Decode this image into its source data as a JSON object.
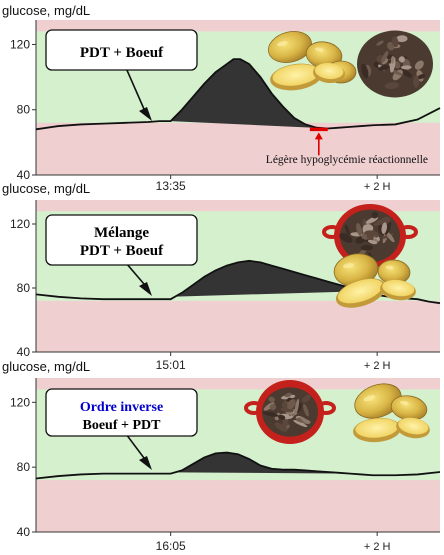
{
  "colors": {
    "normal_band": "#d4f0cd",
    "out_band": "#efcfcf",
    "auc_fill": "#343434",
    "curve": "#111111",
    "hypo_marker": "#e00000",
    "highlight_text": "#0000cc"
  },
  "icons": [
    "potatoes-image",
    "beef-image",
    "beef-in-red-pan-image"
  ],
  "chart_data": [
    {
      "type": "area",
      "ylabel": "glucose, mg/dL",
      "ylim": [
        40,
        135
      ],
      "yticks": [
        40,
        80,
        120
      ],
      "normal_band": [
        72,
        128
      ],
      "xlim": [
        0,
        180
      ],
      "xticks": [
        {
          "x": 60,
          "label": "13:35"
        },
        {
          "x": 152,
          "label": "+ 2 H"
        }
      ],
      "callout": [
        "PDT + Boeuf"
      ],
      "series": [
        {
          "values": [
            [
              0,
              68
            ],
            [
              10,
              70
            ],
            [
              20,
              71
            ],
            [
              30,
              71.5
            ],
            [
              40,
              72
            ],
            [
              50,
              72.5
            ],
            [
              55,
              73
            ],
            [
              60,
              73
            ],
            [
              65,
              80
            ],
            [
              70,
              88
            ],
            [
              75,
              96
            ],
            [
              80,
              103
            ],
            [
              85,
              108
            ],
            [
              88,
              111
            ],
            [
              91,
              111
            ],
            [
              95,
              108
            ],
            [
              100,
              100
            ],
            [
              105,
              90
            ],
            [
              110,
              82
            ],
            [
              115,
              75
            ],
            [
              120,
              71
            ],
            [
              125,
              69
            ],
            [
              130,
              68.5
            ],
            [
              135,
              69
            ],
            [
              140,
              69.5
            ],
            [
              145,
              70
            ],
            [
              150,
              70.5
            ],
            [
              160,
              71
            ],
            [
              170,
              74
            ],
            [
              180,
              81
            ]
          ]
        }
      ],
      "auc": [
        60,
        128
      ],
      "hypo": {
        "range": [
          122,
          130
        ],
        "value": 68,
        "label": "Légère hypoglycémie réactionnelle"
      }
    },
    {
      "type": "area",
      "ylabel": "glucose, mg/dL",
      "ylim": [
        40,
        135
      ],
      "yticks": [
        40,
        80,
        120
      ],
      "normal_band": [
        72,
        128
      ],
      "xlim": [
        0,
        180
      ],
      "xticks": [
        {
          "x": 60,
          "label": "15:01"
        },
        {
          "x": 152,
          "label": "+ 2 H"
        }
      ],
      "callout": [
        "Mélange",
        "PDT + Boeuf"
      ],
      "series": [
        {
          "values": [
            [
              0,
              76
            ],
            [
              10,
              74.5
            ],
            [
              20,
              73.5
            ],
            [
              30,
              73
            ],
            [
              40,
              73
            ],
            [
              50,
              73
            ],
            [
              60,
              73
            ],
            [
              65,
              77
            ],
            [
              70,
              82
            ],
            [
              75,
              87
            ],
            [
              80,
              91
            ],
            [
              85,
              94
            ],
            [
              90,
              96
            ],
            [
              95,
              97
            ],
            [
              100,
              96
            ],
            [
              105,
              94
            ],
            [
              110,
              92
            ],
            [
              115,
              90
            ],
            [
              120,
              88
            ],
            [
              125,
              86
            ],
            [
              130,
              84
            ],
            [
              135,
              82
            ],
            [
              140,
              80
            ],
            [
              145,
              78
            ],
            [
              150,
              76
            ],
            [
              155,
              75
            ],
            [
              160,
              74
            ],
            [
              170,
              73
            ],
            [
              175,
              71.5
            ],
            [
              180,
              70.5
            ]
          ]
        }
      ],
      "auc": [
        62,
        145
      ]
    },
    {
      "type": "area",
      "ylabel": "glucose, mg/dL",
      "ylim": [
        40,
        135
      ],
      "yticks": [
        40,
        80,
        120
      ],
      "normal_band": [
        72,
        128
      ],
      "xlim": [
        0,
        180
      ],
      "xticks": [
        {
          "x": 60,
          "label": "16:05"
        },
        {
          "x": 152,
          "label": "+ 2 H"
        }
      ],
      "callout": [
        "Ordre inverse",
        "Boeuf + PDT"
      ],
      "series": [
        {
          "values": [
            [
              0,
              73
            ],
            [
              10,
              74.5
            ],
            [
              20,
              75.5
            ],
            [
              30,
              76
            ],
            [
              40,
              76
            ],
            [
              50,
              76
            ],
            [
              60,
              76
            ],
            [
              65,
              78
            ],
            [
              70,
              82
            ],
            [
              75,
              86
            ],
            [
              80,
              88.5
            ],
            [
              85,
              89
            ],
            [
              90,
              88
            ],
            [
              95,
              85
            ],
            [
              100,
              81
            ],
            [
              105,
              79
            ],
            [
              110,
              78.5
            ],
            [
              115,
              78.5
            ],
            [
              120,
              78
            ],
            [
              125,
              77.5
            ],
            [
              130,
              77
            ],
            [
              135,
              76.5
            ],
            [
              140,
              76
            ],
            [
              145,
              75.5
            ],
            [
              150,
              75
            ],
            [
              160,
              75
            ],
            [
              170,
              75.5
            ],
            [
              180,
              77
            ]
          ]
        }
      ],
      "auc": [
        62,
        140
      ]
    }
  ]
}
